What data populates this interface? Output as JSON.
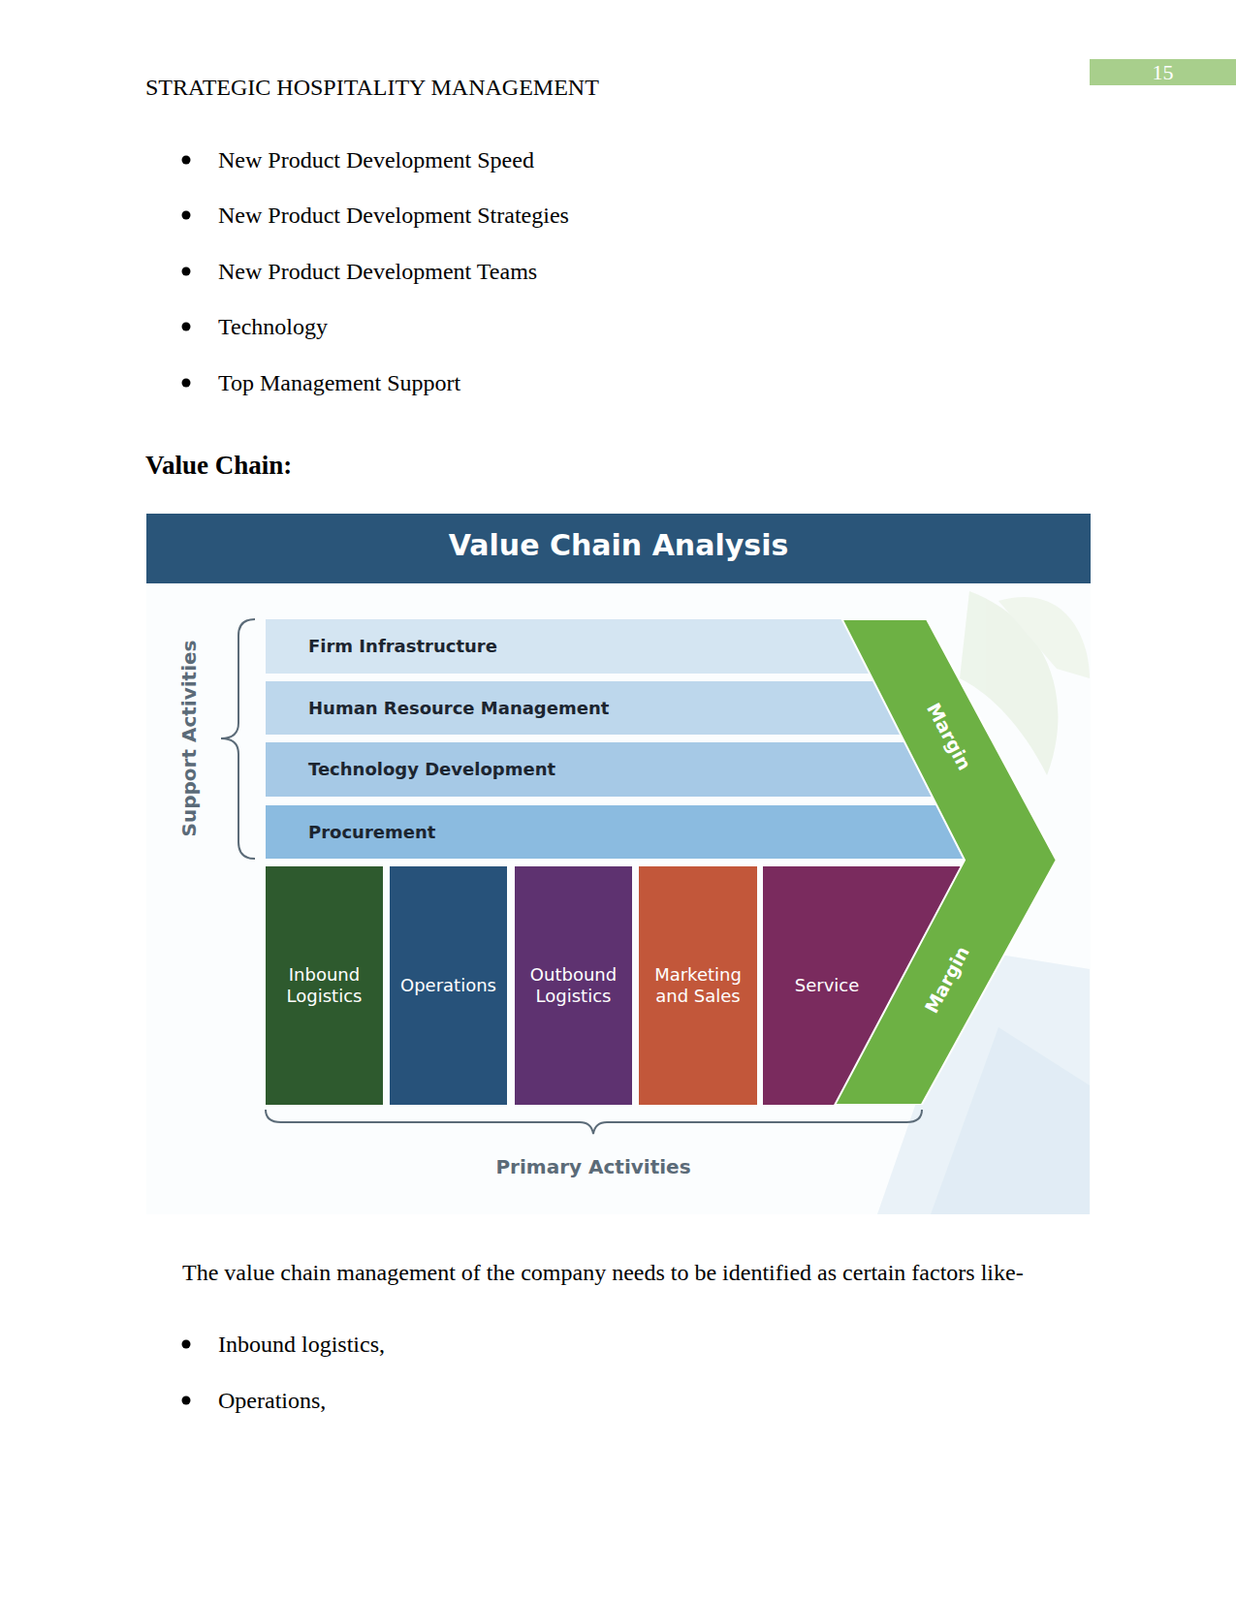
{
  "diagram": {
    "title": "Value Chain Analysis",
    "nodes": [
      {
        "text": [
          "Firm Infrastructure"
        ]
      },
      {
        "text": [
          "Human Resource Management"
        ]
      },
      {
        "text": [
          "Technology Development"
        ]
      },
      {
        "text": [
          "Procurement"
        ]
      },
      {
        "text": [
          "Inbound Logistics"
        ]
      },
      {
        "text": [
          "Operations"
        ]
      },
      {
        "text": [
          "Outbound Logistics"
        ]
      },
      {
        "text": [
          "Marketing and Sales"
        ]
      },
      {
        "text": [
          "Service"
        ]
      },
      {
        "text": [
          "Margin",
          "Margin"
        ]
      }
    ],
    "labels": [
      "STRATEGIC HOSPITALITY MANAGEMENT",
      "15",
      "New Product Development Speed",
      "New Product Development Strategies",
      "New Product Development Teams",
      "Technology",
      "Top Management Support",
      "Value Chain:",
      "Support Activities",
      "Primary Activities",
      "The value chain management of the company needs to be identified as certain factors like-",
      "Inbound logistics,",
      "Operations,"
    ]
  }
}
